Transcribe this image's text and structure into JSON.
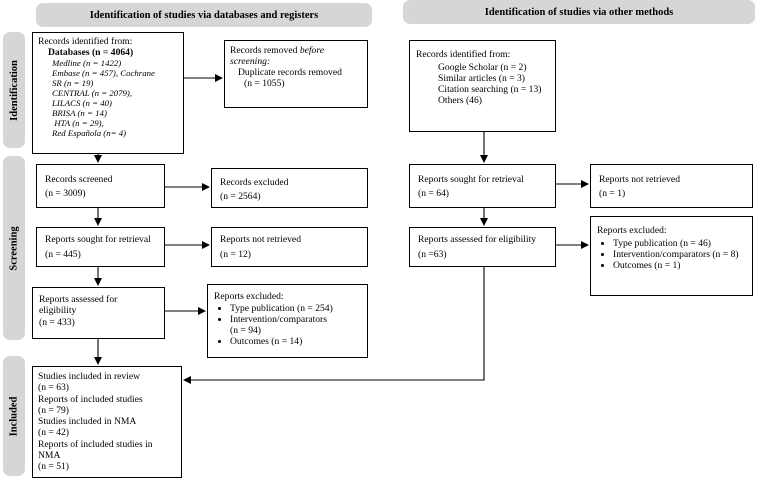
{
  "headers": {
    "left": "Identification of studies via databases and registers",
    "right": "Identification of studies via other methods"
  },
  "phases": {
    "identification": "Identification",
    "screening": "Screening",
    "included": "Included"
  },
  "left": {
    "records_identified": {
      "title": "Records identified from:",
      "databases": "Databases (n = 4064)",
      "sources": [
        "Medline (n = 1422)",
        "Embase (n = 457), Cochrane",
        "SR (n = 19)",
        "CENTRAL (n = 2079),",
        "LILACS (n = 40)",
        "BRISA (n = 14)",
        " HTA (n = 29),",
        "Red Española (n= 4)"
      ]
    },
    "records_removed": {
      "line1": "Records removed ",
      "line1_italic": "before",
      "line2": "screening:",
      "line3": "Duplicate records removed",
      "line4": "(n = 1055)"
    },
    "records_screened": {
      "label": "Records screened",
      "n": "(n = 3009)"
    },
    "records_excluded": {
      "label": "Records excluded",
      "n": "(n = 2564)"
    },
    "reports_sought": {
      "label": "Reports sought for retrieval",
      "n": "(n = 445)"
    },
    "reports_not_retrieved": {
      "label": "Reports not retrieved",
      "n": "(n = 12)"
    },
    "reports_assessed": {
      "line1": "Reports assessed for",
      "line2": "eligibility",
      "n": "(n = 433)"
    },
    "reports_excluded": {
      "title": "Reports excluded:",
      "items": [
        "Type publication (n = 254)",
        "Intervention/comparators",
        "Outcomes (n = 14)"
      ],
      "cont": "(n = 94)"
    },
    "included": {
      "lines": [
        "Studies included in review",
        "(n = 63)",
        "Reports of included studies",
        "(n = 79)",
        "Studies included in NMA",
        "(n = 42)",
        "Reports of included studies in",
        "NMA",
        "(n = 51)"
      ]
    }
  },
  "right": {
    "records_identified": {
      "title": "Records identified from:",
      "items": [
        "Google Scholar (n = 2)",
        "Similar articles (n = 3)",
        "Citation searching (n = 13)",
        "Others (46)"
      ]
    },
    "reports_sought": {
      "label": "Reports sought for retrieval",
      "n": "(n = 64)"
    },
    "reports_not_retrieved": {
      "label": "Reports not retrieved",
      "n": "(n = 1)"
    },
    "reports_assessed": {
      "label": "Reports assessed for eligibility",
      "n": "(n =63)"
    },
    "reports_excluded": {
      "title": "Reports excluded:",
      "items": [
        "Type publication (n = 46)",
        "Intervention/comparators (n = 8)",
        "Outcomes (n = 1)"
      ]
    }
  }
}
